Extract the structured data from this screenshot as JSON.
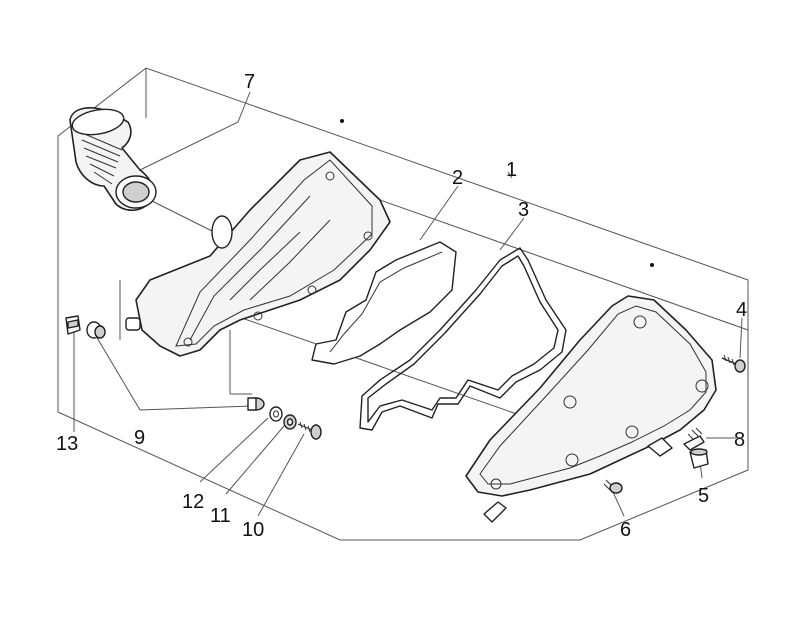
{
  "callouts": {
    "c1": "1",
    "c2": "2",
    "c3": "3",
    "c4": "4",
    "c5": "5",
    "c6": "6",
    "c7": "7",
    "c8": "8",
    "c9": "9",
    "c10": "10",
    "c11": "11",
    "c12": "12",
    "c13": "13"
  },
  "parts": {
    "intake-duct": "air-intake-duct",
    "box-body": "air-filter-box-body",
    "filter": "air-filter-element",
    "gasket": "cover-gasket",
    "cover": "air-filter-cover",
    "screws": "fixing-screws",
    "washers": "washers",
    "clip": "retaining-clip"
  }
}
